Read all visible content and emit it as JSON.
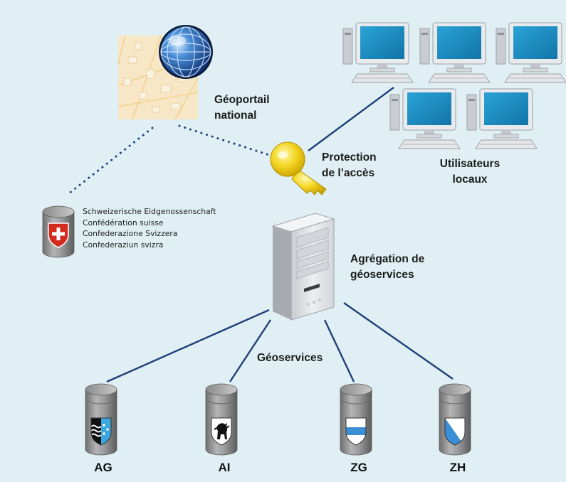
{
  "labels": {
    "geoportal": [
      "Géoportail",
      "national"
    ],
    "protection": [
      "Protection",
      "de l’accès"
    ],
    "users": [
      "Utilisateurs",
      "locaux"
    ],
    "aggregation": [
      "Agrégation de",
      "géoservices"
    ],
    "geoservices": "Géoservices"
  },
  "confederation": [
    "Schweizerische Eidgenossenschaft",
    "Confédération suisse",
    "Confederazione Svizzera",
    "Confederaziun svizra"
  ],
  "cantons": [
    {
      "code": "AG",
      "crest": "aargau-crest-icon"
    },
    {
      "code": "AI",
      "crest": "bear-crest-icon"
    },
    {
      "code": "ZG",
      "crest": "zug-crest-icon"
    },
    {
      "code": "ZH",
      "crest": "zurich-crest-icon"
    }
  ],
  "colors": {
    "background": "#dfeff3",
    "line": "#1f3f7a",
    "database": "#8e8e8e",
    "swiss_red": "#d52b1e",
    "key": "#f2d21c",
    "monitor_screen": "#1a8fc4"
  }
}
